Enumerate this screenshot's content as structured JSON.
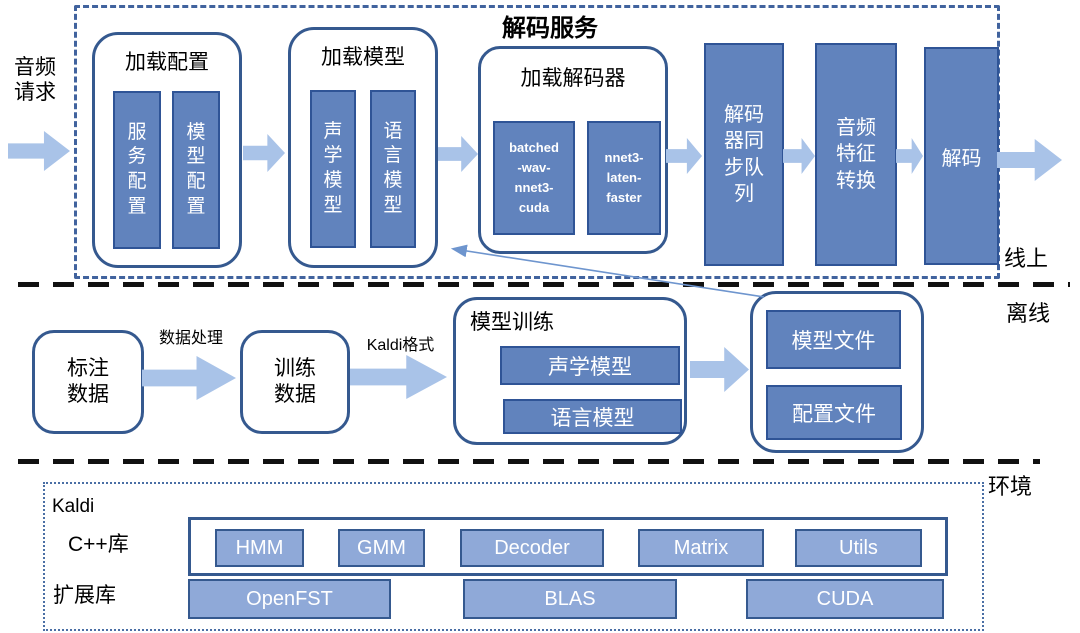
{
  "diagram": {
    "title": "解码服务",
    "side_labels": {
      "online": "线上",
      "offline": "离线",
      "environment": "环境"
    },
    "online": {
      "input_label": "音频\n请求",
      "load_config": {
        "title": "加载配置",
        "items": [
          "服\n务\n配\n置",
          "模\n型\n配\n置"
        ]
      },
      "load_model": {
        "title": "加载模型",
        "items": [
          "声\n学\n模\n型",
          "语\n言\n模\n型"
        ]
      },
      "load_decoder": {
        "title": "加载解码器",
        "items": [
          "batched\n-wav-\nnnet3-\ncuda",
          "nnet3-\nlaten-\nfaster"
        ]
      },
      "decoder_queue": "解码\n器同\n步队\n列",
      "feature_transform": "音频\n特征\n转换",
      "decode": "解码"
    },
    "offline": {
      "annotated_data": "标注\n数据",
      "arrow1_label": "数据处理",
      "training_data": "训练\n数据",
      "arrow2_label": "Kaldi格式",
      "model_training": {
        "title": "模型训练",
        "items": [
          "声学模型",
          "语言模型"
        ]
      },
      "outputs": [
        "模型文件",
        "配置文件"
      ]
    },
    "environment": {
      "kaldi_label": "Kaldi",
      "cpp_lib_label": "C++库",
      "ext_lib_label": "扩展库",
      "cpp_libs": [
        "HMM",
        "GMM",
        "Decoder",
        "Matrix",
        "Utils"
      ],
      "ext_libs": [
        "OpenFST",
        "BLAS",
        "CUDA"
      ]
    },
    "colors": {
      "box_fill": "#6183BD",
      "box_border": "#2F5496",
      "container_border": "#35598F",
      "light_fill": "#8FA9D8",
      "arrow_fill": "#A9C3E8",
      "dashed_blue": "#41639E",
      "black_dash": "#111111"
    }
  }
}
